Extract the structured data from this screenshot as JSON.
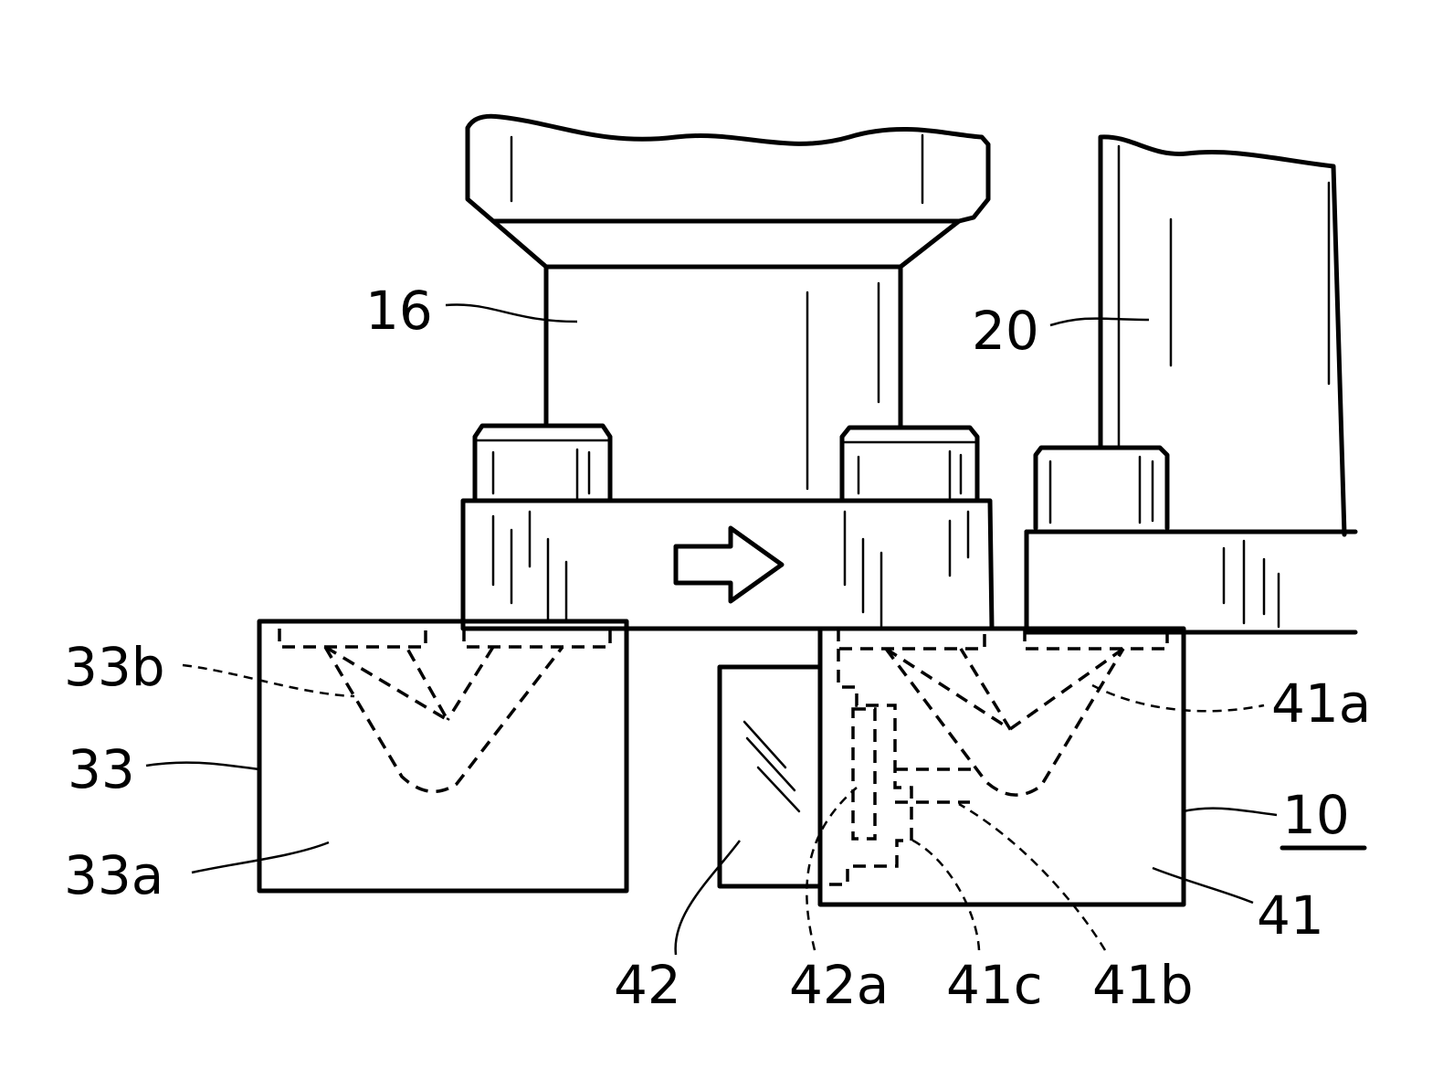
{
  "figure": {
    "labels": {
      "l16": "16",
      "l20": "20",
      "l33b": "33b",
      "l33": "33",
      "l33a": "33a",
      "l41a": "41a",
      "l10": "10",
      "l41": "41",
      "l42": "42",
      "l42a": "42a",
      "l41c": "41c",
      "l41b": "41b"
    }
  }
}
